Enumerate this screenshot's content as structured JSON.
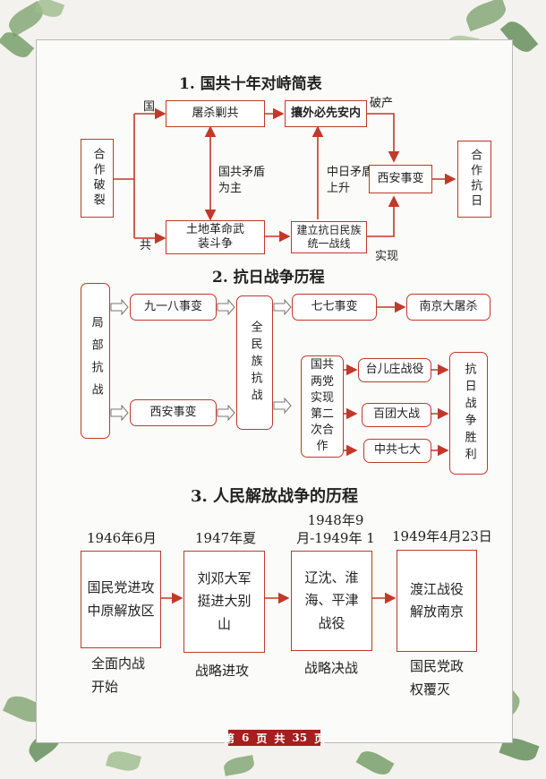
{
  "decor": {
    "leaf_color": "#7fa36f",
    "leaf_dark": "#4f7a45",
    "accent": "#c0392b"
  },
  "section1": {
    "title": "1. 国共十年对峙简表",
    "start": "合作破裂",
    "guo": "国",
    "gong": "共",
    "top_left": "屠杀剿共",
    "top_mid": "攘外必先安内",
    "bottom_left": "土地革命武装斗争",
    "bottom_mid": "建立抗日民族统一战线",
    "conflict1": "国共矛盾为主",
    "conflict2": "中日矛盾上升",
    "pochan": "破产",
    "shixian": "实现",
    "xian": "西安事变",
    "end": "合作抗日"
  },
  "section2": {
    "title": "2. 抗日战争历程",
    "local": "局部抗战",
    "e918": "九一八事变",
    "xian": "西安事变",
    "total": "全民族抗战",
    "e77": "七七事变",
    "nanjing": "南京大屠杀",
    "coop": "国共两党实现第二次合作",
    "tai": "台儿庄战役",
    "bai": "百团大战",
    "qida": "中共七大",
    "victory": "抗日战争胜利"
  },
  "section3": {
    "title": "3. 人民解放战争的历程",
    "stages": [
      {
        "date": "1946年6月",
        "box": "国民党进攻中原解放区",
        "note": "全面内战开始"
      },
      {
        "date": "1947年夏",
        "box": "刘邓大军挺进大别山",
        "note": "战略进攻"
      },
      {
        "date": "1948年9月-1949年 1月",
        "box": "辽沈、淮海、平津战役",
        "note": "战略决战"
      },
      {
        "date": "1949年4月23日",
        "box": "渡江战役解放南京",
        "note": "国民党政权覆灭"
      }
    ]
  },
  "footer": {
    "di": "第",
    "page": "6",
    "ye": "页",
    "gong": "共",
    "total": "35",
    "ye2": "页"
  }
}
